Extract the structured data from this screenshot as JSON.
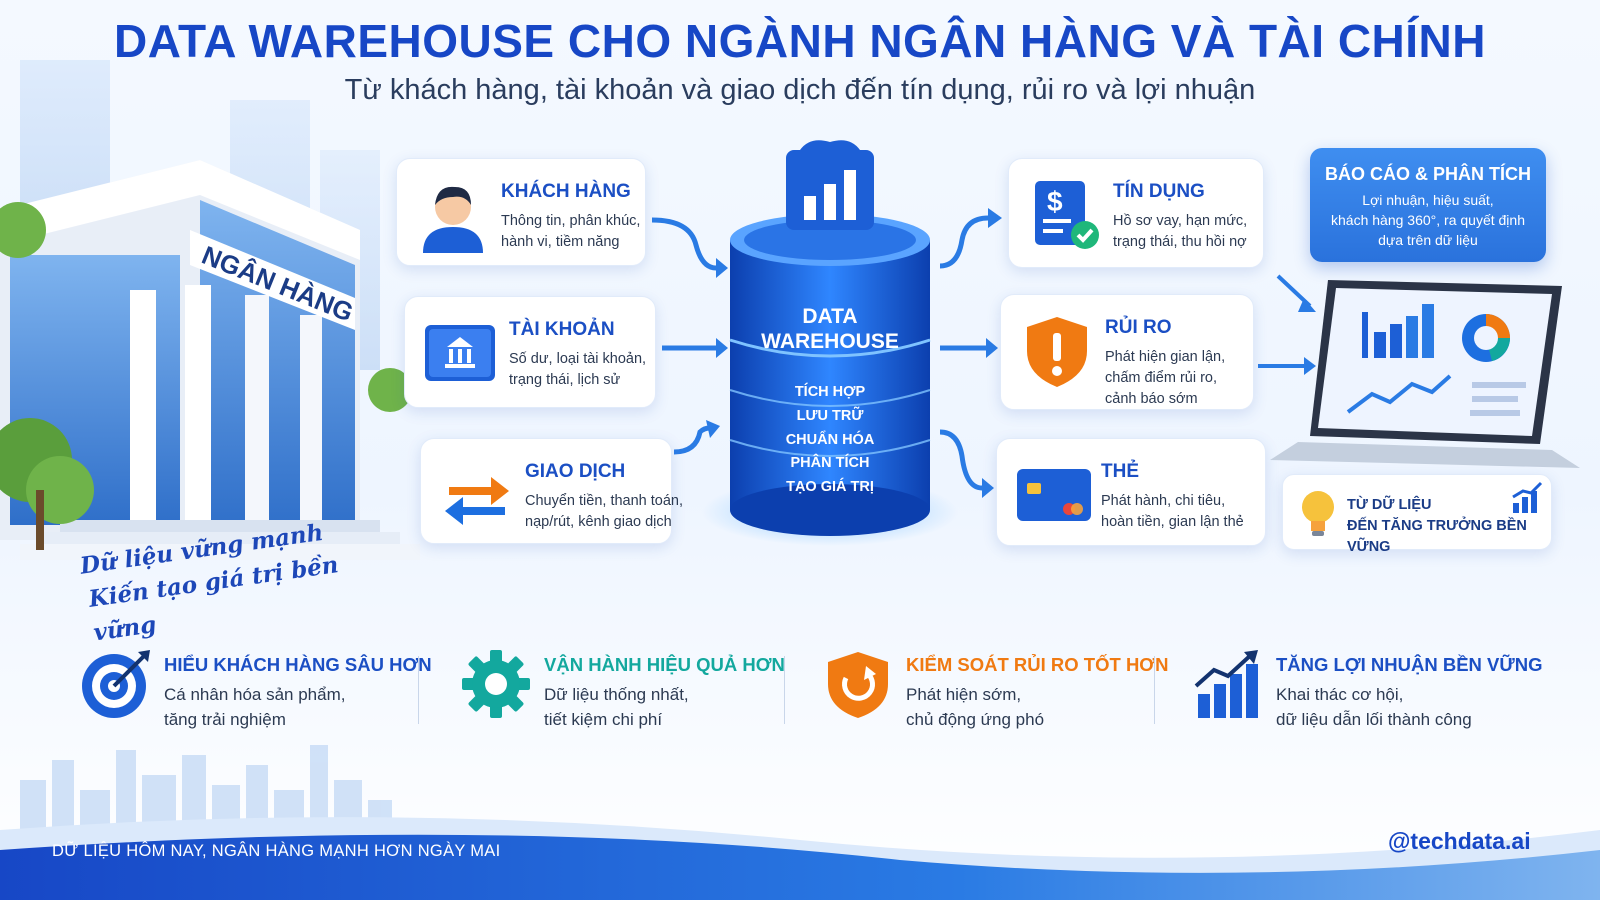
{
  "header": {
    "title": "DATA WAREHOUSE CHO NGÀNH NGÂN HÀNG VÀ TÀI CHÍNH",
    "subtitle": "Từ khách hàng, tài khoản và giao dịch đến tín dụng, rủi ro và lợi nhuận"
  },
  "bank": {
    "sign": "NGÂN HÀNG",
    "slogan_line1": "Dữ liệu vững mạnh",
    "slogan_line2": "Kiến tạo giá trị bền vững"
  },
  "sources": [
    {
      "title": "KHÁCH HÀNG",
      "desc1": "Thông tin, phân khúc,",
      "desc2": "hành vi, tiềm năng",
      "icon": "customer-avatar-icon"
    },
    {
      "title": "TÀI KHOẢN",
      "desc1": "Số dư, loại tài khoản,",
      "desc2": "trạng thái, lịch sử",
      "icon": "bank-card-icon"
    },
    {
      "title": "GIAO DỊCH",
      "desc1": "Chuyển tiền, thanh toán,",
      "desc2": "nạp/rút, kênh giao dịch",
      "icon": "exchange-arrows-icon"
    }
  ],
  "warehouse": {
    "title_line1": "DATA",
    "title_line2": "WAREHOUSE",
    "steps": [
      "TÍCH HỢP",
      "LƯU TRỮ",
      "CHUẨN HÓA",
      "PHÂN TÍCH",
      "TẠO GIÁ TRỊ"
    ]
  },
  "outputs": [
    {
      "title": "TÍN DỤNG",
      "desc1": "Hồ sơ vay, hạn mức,",
      "desc2": "trạng thái, thu hồi nợ",
      "icon": "loan-document-icon"
    },
    {
      "title": "RỦI RO",
      "desc1": "Phát hiện gian lận,",
      "desc2": "chấm điểm rủi ro,",
      "desc3": "cảnh báo sớm",
      "icon": "shield-alert-icon"
    },
    {
      "title": "THẺ",
      "desc1": "Phát hành, chi tiêu,",
      "desc2": "hoàn tiền, gian lận thẻ",
      "icon": "credit-card-icon"
    }
  ],
  "report": {
    "title": "BÁO CÁO & PHÂN TÍCH",
    "desc1": "Lợi nhuận, hiệu suất,",
    "desc2": "khách hàng 360°, ra quyết định",
    "desc3": "dựa trên dữ liệu"
  },
  "growth": {
    "line1": "TỪ DỮ LIỆU",
    "line2": "ĐẾN TĂNG TRƯỞNG BỀN VỮNG"
  },
  "benefits": [
    {
      "title": "HIỂU KHÁCH HÀNG SÂU HƠN",
      "desc1": "Cá nhân hóa sản phẩm,",
      "desc2": "tăng trải nghiệm",
      "color": "#1b4fc4",
      "icon": "target-icon"
    },
    {
      "title": "VẬN HÀNH HIỆU QUẢ HƠN",
      "desc1": "Dữ liệu thống nhất,",
      "desc2": "tiết kiệm chi phí",
      "color": "#13a89e",
      "icon": "gear-icon"
    },
    {
      "title": "KIỂM SOÁT RỦI RO TỐT HƠN",
      "desc1": "Phát hiện sớm,",
      "desc2": "chủ động ứng phó",
      "color": "#f07a12",
      "icon": "shield-icon"
    },
    {
      "title": "TĂNG LỢI NHUẬN BỀN VỮNG",
      "desc1": "Khai thác cơ hội,",
      "desc2": "dữ liệu dẫn lối thành công",
      "color": "#1b4fc4",
      "icon": "growth-chart-icon"
    }
  ],
  "footer": {
    "tagline": "DỮ LIỆU HÔM NAY, NGÂN HÀNG MẠNH HƠN NGÀY MAI",
    "handle": "@techdata.ai"
  },
  "colors": {
    "primary": "#1747c6",
    "accent_blue": "#2a7be4",
    "teal": "#13a89e",
    "orange": "#f07a12"
  }
}
